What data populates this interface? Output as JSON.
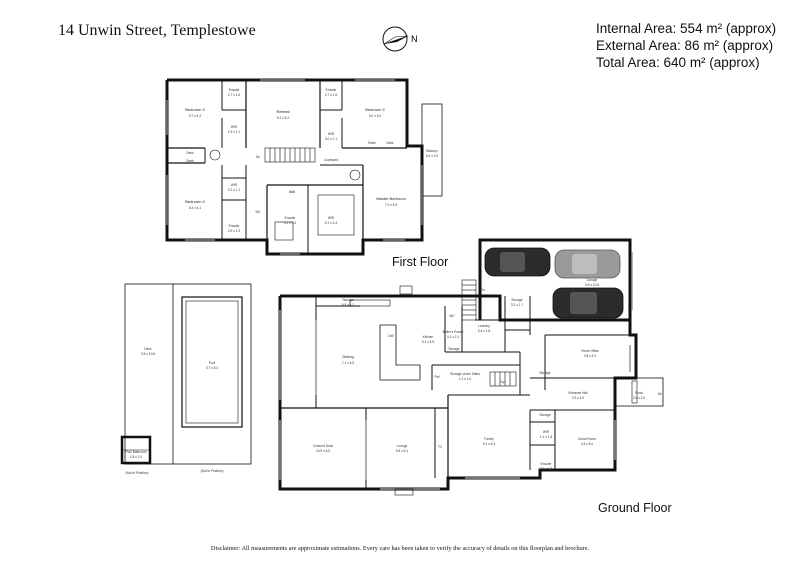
{
  "header": {
    "address": "14 Unwin Street, Templestowe",
    "compass_label": "N"
  },
  "areas": {
    "internal": "Internal Area: 554 m² (approx)",
    "external": "External Area: 86 m² (approx)",
    "total": "Total Area: 640 m² (approx)"
  },
  "floors": {
    "first": "First Floor",
    "ground": "Ground Floor"
  },
  "rooms": {
    "bedroom3": {
      "name": "Bedroom 3",
      "size": "5.7 x 4.2"
    },
    "ensuite_ff1": {
      "name": "Ensuite",
      "size": "2.7 x 1.6"
    },
    "retreat": {
      "name": "Retreat",
      "size": "5.2 x 5.2"
    },
    "ensuite_ff2": {
      "name": "Ensuite",
      "size": "2.7 x 1.6"
    },
    "bedroom2": {
      "name": "Bedroom 2",
      "size": "5.0 x 3.0"
    },
    "wir_ff1": {
      "name": "WIR",
      "size": "1.9 x 1.1"
    },
    "wir_ff2": {
      "name": "WIR",
      "size": "3.0 x 1.1"
    },
    "desk_ff1": "Desk",
    "desk_ff2": "Desk",
    "desk_ff3": "Desk",
    "robe_ff": "Robe",
    "dn_ff": "Dn",
    "cupboard": "Cupboard",
    "balcony": {
      "name": "Balcony",
      "size": "6.4 x 2.0"
    },
    "wir_ff3": {
      "name": "WIR",
      "size": "2.2 x 1.1"
    },
    "bedroom4": {
      "name": "Bedroom 4",
      "size": "6.3 x 4.1"
    },
    "ensuite_ff3": {
      "name": "Ensuite",
      "size": "2.9 x 1.3"
    },
    "ensuite_main": {
      "name": "Ensuite",
      "size": "5.1 x 3.0"
    },
    "wir_main": {
      "name": "WIR",
      "size": "5.1 x 3.4"
    },
    "master": {
      "name": "Master Bedroom",
      "size": "7.0 x 4.9"
    },
    "bath_ff": "Bath",
    "wc_ff": "WC",
    "garage": {
      "name": "Garage",
      "size": "6.9 x 10.8"
    },
    "storage_top": {
      "name": "Storage",
      "size": "6.5 x 4.2"
    },
    "storage_mid": {
      "name": "Storage",
      "size": "3.2 x 1.7"
    },
    "wc_gf": "WC",
    "butlers": {
      "name": "Butler's Pantry",
      "size": "4.1 x 2.1"
    },
    "kitchen": {
      "name": "Kitchen",
      "size": "6.1 x 4.9"
    },
    "laundry": {
      "name": "Laundry",
      "size": "5.4 x 1.8"
    },
    "dn_gf": "Dn",
    "dw": "DW",
    "storage_gf1": "Storage",
    "dining": {
      "name": "Dining",
      "size": "7.1 x 6.5"
    },
    "storage_under": {
      "name": "Storage Under Stairs",
      "size": "1.2 x 1.0"
    },
    "ref": "Ref",
    "up": "Up",
    "home_office": {
      "name": "Home Office",
      "size": "3.8 x 5.2"
    },
    "storage_gf2": "Storage",
    "deck": {
      "name": "Deck",
      "size": "3.8 x 10.8"
    },
    "pool": {
      "name": "Pool",
      "size": "3.7 x 8.4"
    },
    "entrance": {
      "name": "Entrance Hall",
      "size": "2.9 x 4.0"
    },
    "porch": {
      "name": "Porch",
      "size": "2.6 x 3.0"
    },
    "storage_gf3": "Storage",
    "wir_gf": {
      "name": "WIR",
      "size": "1.1 x 1.8"
    },
    "guest": {
      "name": "Guest Room",
      "size": "4.3 x 6.0"
    },
    "covered_deck": {
      "name": "Covered Deck",
      "size": "10.9 x 6.5"
    },
    "lounge": {
      "name": "Lounge",
      "size": "5.8 x 6.1"
    },
    "family": {
      "name": "Family",
      "size": "5.1 x 6.4"
    },
    "ensuite_gf": {
      "name": "Ensuite",
      "size": "2.7 x 1.8"
    },
    "pool_bathroom": {
      "name": "Pool Bathroom",
      "size": "1.8 x 2.0"
    },
    "not_in_position1": "(Not In Position)",
    "not_in_position2": "(Not In Position)",
    "dn_porch": "Dn",
    "tv": "TV"
  },
  "disclaimer": "Disclaimer: All measurements are approximate estimations. Every care has been taken to verify the accuracy of details on this floorplan and brochure."
}
